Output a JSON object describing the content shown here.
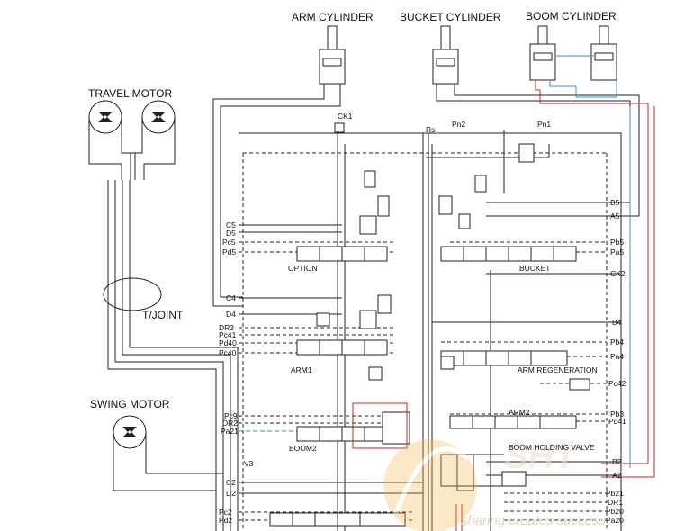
{
  "components": {
    "arm_cylinder": "ARM CYLINDER",
    "bucket_cylinder": "BUCKET CYLINDER",
    "boom_cylinder": "BOOM CYLINDER",
    "travel_motor": "TRAVEL MOTOR",
    "swing_motor": "SWING MOTOR",
    "t_joint": "T/JOINT"
  },
  "sections": {
    "option": "OPTION",
    "bucket": "BUCKET",
    "arm1": "ARM1",
    "arm_regeneration": "ARM REGENERATION",
    "boom2": "BOOM2",
    "arm2": "ARM2",
    "boom_holding_valve": "BOOM HOLDING VALVE"
  },
  "top_ports": {
    "ck1": "CK1",
    "rs": "Rs",
    "pn2": "Pn2",
    "pn1": "Pn1"
  },
  "left_ports": [
    "C5",
    "D5",
    "Pc5",
    "Pd5",
    "C4",
    "D4",
    "DR3",
    "Pc41",
    "Pd40",
    "Pc40",
    "Pc9",
    "DR2",
    "Pa21",
    "V3",
    "C2",
    "D2",
    "Pc2",
    "Pd2"
  ],
  "right_ports": [
    "B5",
    "A5",
    "Pb5",
    "Pa5",
    "CK2",
    "B4",
    "Pb4",
    "Pa4",
    "Pc42",
    "Pb3",
    "Pd41",
    "B2",
    "A2",
    "Pb21",
    "DR1",
    "Pb20",
    "Pa20"
  ],
  "watermark": {
    "text": "sharing creates success",
    "colors": {
      "logo": "#f5a623",
      "text": "#e9d9c2"
    }
  }
}
